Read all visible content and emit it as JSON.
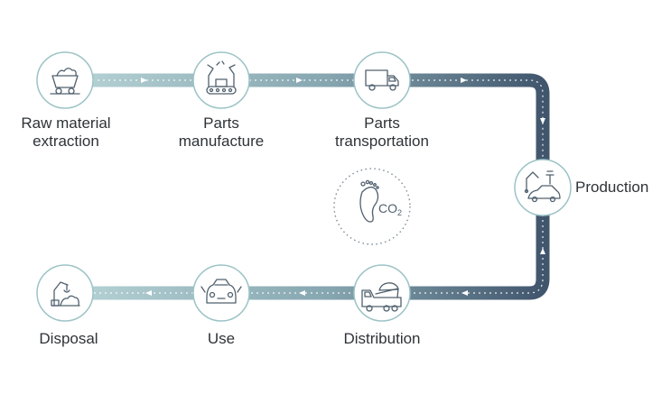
{
  "colors": {
    "track_light": "#b7d4d6",
    "track_dark": "#41566d",
    "node_stroke": "#9cc3c6",
    "node_fill": "#ffffff",
    "icon_stroke": "#50606e",
    "label_text": "#2e3338"
  },
  "stages": [
    {
      "id": "raw-material-extraction",
      "lines": [
        "Raw material",
        "extraction"
      ],
      "icon": "mining-cart-icon"
    },
    {
      "id": "parts-manufacture",
      "lines": [
        "Parts",
        "manufacture"
      ],
      "icon": "robotic-arm-conveyor-icon"
    },
    {
      "id": "parts-transportation",
      "lines": [
        "Parts",
        "transportation"
      ],
      "icon": "truck-icon"
    },
    {
      "id": "production",
      "lines": [
        "Production"
      ],
      "icon": "car-assembly-robot-icon"
    },
    {
      "id": "distribution",
      "lines": [
        "Distribution"
      ],
      "icon": "car-carrier-truck-icon"
    },
    {
      "id": "use",
      "lines": [
        "Use"
      ],
      "icon": "car-front-icon"
    },
    {
      "id": "disposal",
      "lines": [
        "Disposal"
      ],
      "icon": "recycling-crane-icon"
    }
  ],
  "center": {
    "icon": "carbon-footprint-icon",
    "text": "CO",
    "subscript": "2"
  }
}
